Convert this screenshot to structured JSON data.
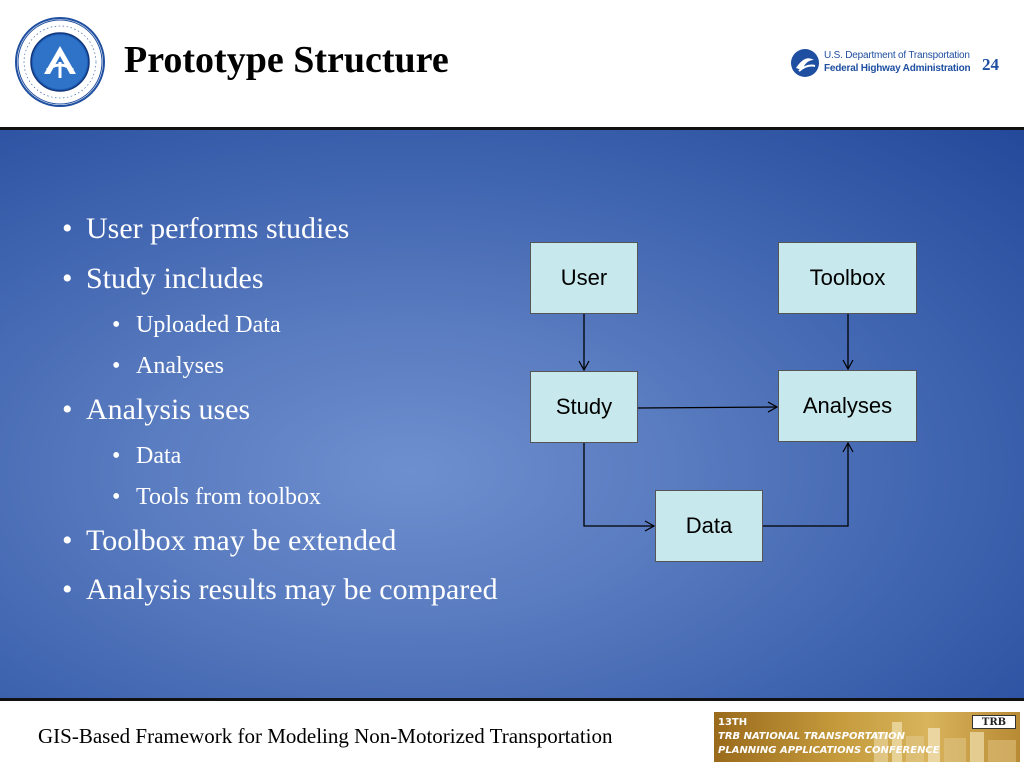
{
  "slide": {
    "title": "Prototype Structure",
    "page_number": "24",
    "footer": "GIS-Based Framework for Modeling Non-Motorized Transportation"
  },
  "logos": {
    "dot_seal": {
      "icon": "dot-seal-icon",
      "text": "DEPARTMENT OF TRANSPORTATION · UNITED STATES OF AMERICA"
    },
    "fhwa": {
      "line1": "U.S. Department of Transportation",
      "line2": "Federal Highway Administration",
      "icon": "fhwa-emblem-icon"
    },
    "trb": {
      "line1": "13TH",
      "line2": "TRB NATIONAL TRANSPORTATION",
      "line3": "PLANNING APPLICATIONS CONFERENCE",
      "badge": "TRB"
    }
  },
  "bullets": [
    {
      "text": "User performs studies",
      "level": 1
    },
    {
      "text": "Study includes",
      "level": 1
    },
    {
      "text": "Uploaded Data",
      "level": 2
    },
    {
      "text": "Analyses",
      "level": 2
    },
    {
      "text": "Analysis uses",
      "level": 1
    },
    {
      "text": "Data",
      "level": 2
    },
    {
      "text": "Tools from toolbox",
      "level": 2
    },
    {
      "text": "Toolbox may be extended",
      "level": 1
    },
    {
      "text": "Analysis results may be compared",
      "level": 1
    }
  ],
  "bullet_symbol": "•",
  "diagram": {
    "nodes": {
      "user": "User",
      "toolbox": "Toolbox",
      "study": "Study",
      "analyses": "Analyses",
      "data": "Data"
    },
    "edges": [
      {
        "from": "user",
        "to": "study"
      },
      {
        "from": "toolbox",
        "to": "analyses"
      },
      {
        "from": "study",
        "to": "analyses"
      },
      {
        "from": "study",
        "to": "data"
      },
      {
        "from": "data",
        "to": "analyses"
      }
    ]
  },
  "colors": {
    "panel_blue": "#3d62ae",
    "node_fill": "#c7e8ec",
    "accent_blue": "#1f4fa0"
  }
}
